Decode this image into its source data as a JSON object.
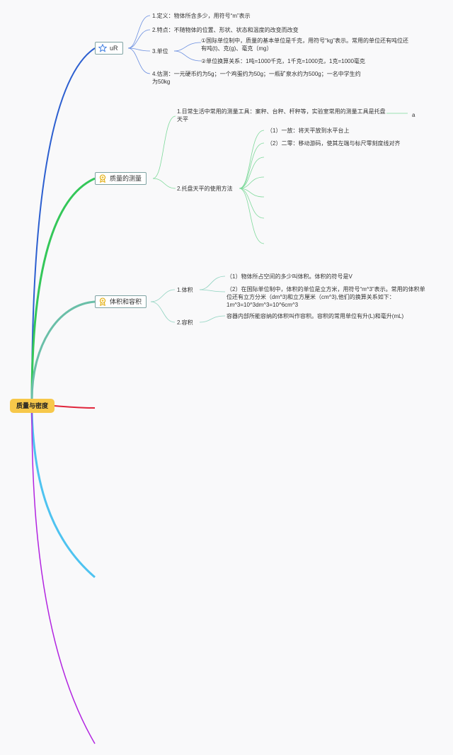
{
  "root": {
    "label": "质量与密度"
  },
  "colors": {
    "branch_mass": "#2c5fd0",
    "branch_measure": "#34c759",
    "branch_volume": "#6abfa8",
    "branch_red": "#e0253a",
    "branch_cyan": "#4ec3f0",
    "branch_purple": "#b224e0",
    "root_fill": "#f7c84a"
  },
  "branches": [
    {
      "id": "mass",
      "label": "uR",
      "icon": "star-icon",
      "items": [
        {
          "text": "1.定义：物体所含多少，用符号“m”表示"
        },
        {
          "text": "2.特点：不随物体的位置、形状、状态和温度的改变而改变"
        },
        {
          "text": "3.单位",
          "children": [
            {
              "text": "①国际单位制中，质量的基本单位是千克，用符号“kg”表示。常用的单位还有吨位还有吨(t)、克(g)、毫克（mg）"
            },
            {
              "text": "②单位换算关系：1吨=1000千克，1千克=1000克，1克=1000毫克"
            }
          ]
        },
        {
          "text": "4.估测：一元硬币约为5g；一个鸡蛋约为50g；一瓶矿泉水约为500g；一名中学生约为50kg"
        }
      ]
    },
    {
      "id": "measure",
      "label": "质量的测量",
      "icon": "award-icon",
      "items": [
        {
          "text": "1.日常生活中常用的测量工具：案秤、台秤、杆秤等，实验室常用的测量工具是托盘天平",
          "note": "a"
        },
        {
          "text": "2.托盘天平的使用方法",
          "children": [
            {
              "text": "（1）一放：将天平放到水平台上"
            },
            {
              "text": "（2）二零：移动游码，使其左端与标尺零刻度线对齐"
            }
          ]
        }
      ]
    },
    {
      "id": "volume",
      "label": "体积和容积",
      "icon": "award-icon",
      "items": [
        {
          "text": "1.体积",
          "children": [
            {
              "text": "（1）物体所占空间的多少叫体积。体积的符号是V"
            },
            {
              "text": "（2）在国际单位制中，体积的单位是立方米，用符号“m^3”表示。常用的体积单位还有立方分米（dm^3)和立方厘米（cm^3),他们的换算关系如下：1m^3=10^3dm^3=10^6cm^3"
            }
          ]
        },
        {
          "text": "2.容积",
          "children": [
            {
              "text": "容器内部所能容纳的体积叫作容积。容积的常用单位有升(L)和毫升(mL)"
            }
          ]
        }
      ]
    }
  ]
}
